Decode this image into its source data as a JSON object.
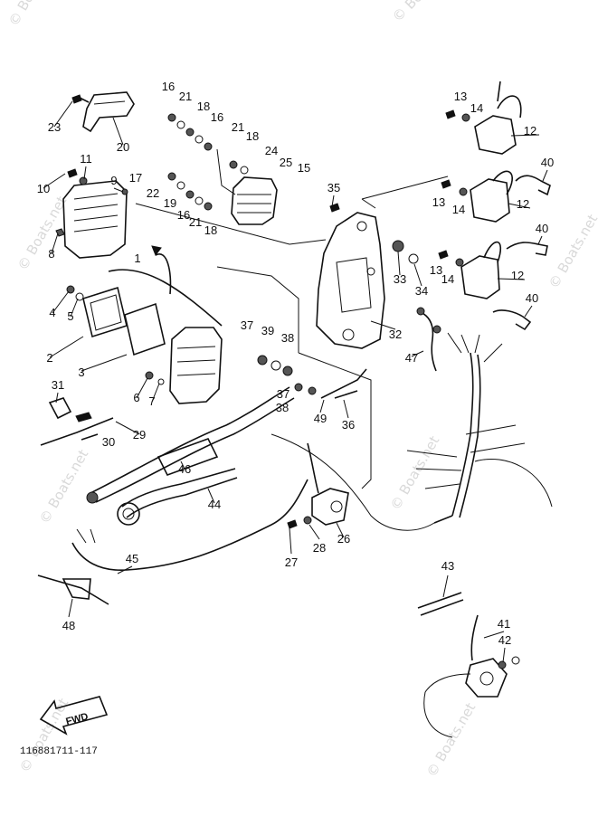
{
  "diagram_code": "116881711-117",
  "fwd_label": "FWD",
  "watermark": "© Boats.net",
  "part_numbers": [
    "1",
    "2",
    "3",
    "4",
    "5",
    "6",
    "7",
    "8",
    "9",
    "10",
    "11",
    "12",
    "13",
    "14",
    "15",
    "16",
    "17",
    "18",
    "19",
    "20",
    "21",
    "22",
    "23",
    "24",
    "25",
    "26",
    "27",
    "28",
    "29",
    "30",
    "31",
    "32",
    "33",
    "34",
    "35",
    "36",
    "37",
    "38",
    "39",
    "40",
    "41",
    "42",
    "43",
    "44",
    "45",
    "46",
    "47",
    "48",
    "49"
  ],
  "callouts": [
    {
      "id": "1",
      "label": "1"
    },
    {
      "id": "2",
      "label": "2"
    },
    {
      "id": "3",
      "label": "3"
    },
    {
      "id": "4",
      "label": "4"
    },
    {
      "id": "5",
      "label": "5"
    },
    {
      "id": "6",
      "label": "6"
    },
    {
      "id": "7",
      "label": "7"
    },
    {
      "id": "8",
      "label": "8"
    },
    {
      "id": "9",
      "label": "9"
    },
    {
      "id": "10",
      "label": "10"
    },
    {
      "id": "11",
      "label": "11"
    },
    {
      "id": "12a",
      "label": "12"
    },
    {
      "id": "12b",
      "label": "12"
    },
    {
      "id": "12c",
      "label": "12"
    },
    {
      "id": "13a",
      "label": "13"
    },
    {
      "id": "13b",
      "label": "13"
    },
    {
      "id": "13c",
      "label": "13"
    },
    {
      "id": "14a",
      "label": "14"
    },
    {
      "id": "14b",
      "label": "14"
    },
    {
      "id": "14c",
      "label": "14"
    },
    {
      "id": "15",
      "label": "15"
    },
    {
      "id": "16a",
      "label": "16"
    },
    {
      "id": "16b",
      "label": "16"
    },
    {
      "id": "16c",
      "label": "16"
    },
    {
      "id": "17",
      "label": "17"
    },
    {
      "id": "18a",
      "label": "18"
    },
    {
      "id": "18b",
      "label": "18"
    },
    {
      "id": "18c",
      "label": "18"
    },
    {
      "id": "19",
      "label": "19"
    },
    {
      "id": "20",
      "label": "20"
    },
    {
      "id": "21a",
      "label": "21"
    },
    {
      "id": "21b",
      "label": "21"
    },
    {
      "id": "21c",
      "label": "21"
    },
    {
      "id": "22",
      "label": "22"
    },
    {
      "id": "23",
      "label": "23"
    },
    {
      "id": "24",
      "label": "24"
    },
    {
      "id": "25",
      "label": "25"
    },
    {
      "id": "26",
      "label": "26"
    },
    {
      "id": "27",
      "label": "27"
    },
    {
      "id": "28",
      "label": "28"
    },
    {
      "id": "29",
      "label": "29"
    },
    {
      "id": "30",
      "label": "30"
    },
    {
      "id": "31",
      "label": "31"
    },
    {
      "id": "32",
      "label": "32"
    },
    {
      "id": "33",
      "label": "33"
    },
    {
      "id": "34",
      "label": "34"
    },
    {
      "id": "35",
      "label": "35"
    },
    {
      "id": "36",
      "label": "36"
    },
    {
      "id": "37a",
      "label": "37"
    },
    {
      "id": "37b",
      "label": "37"
    },
    {
      "id": "38a",
      "label": "38"
    },
    {
      "id": "38b",
      "label": "38"
    },
    {
      "id": "39",
      "label": "39"
    },
    {
      "id": "40a",
      "label": "40"
    },
    {
      "id": "40b",
      "label": "40"
    },
    {
      "id": "40c",
      "label": "40"
    },
    {
      "id": "41",
      "label": "41"
    },
    {
      "id": "42",
      "label": "42"
    },
    {
      "id": "43",
      "label": "43"
    },
    {
      "id": "44",
      "label": "44"
    },
    {
      "id": "45",
      "label": "45"
    },
    {
      "id": "46",
      "label": "46"
    },
    {
      "id": "47",
      "label": "47"
    },
    {
      "id": "48",
      "label": "48"
    },
    {
      "id": "49",
      "label": "49"
    }
  ]
}
